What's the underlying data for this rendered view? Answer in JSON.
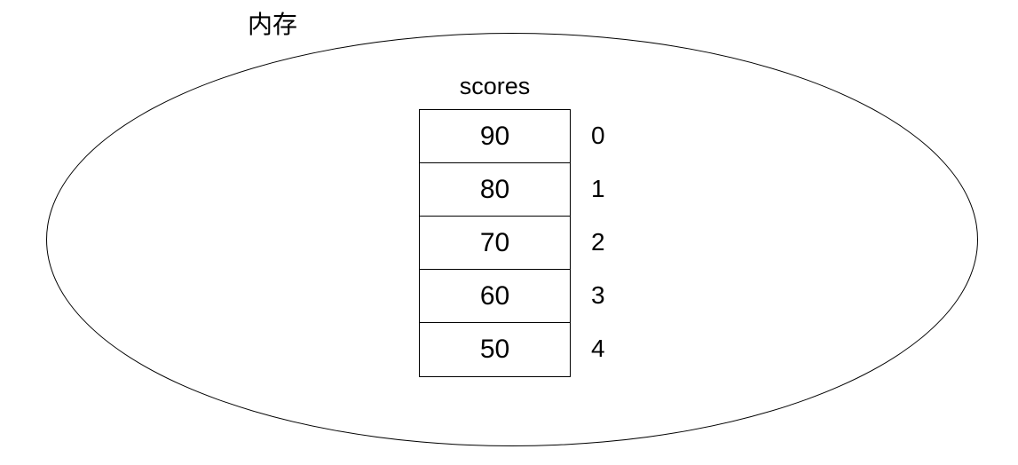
{
  "diagram": {
    "memory_label": "内存",
    "array": {
      "name": "scores",
      "cells": [
        {
          "value": "90",
          "index": "0"
        },
        {
          "value": "80",
          "index": "1"
        },
        {
          "value": "70",
          "index": "2"
        },
        {
          "value": "60",
          "index": "3"
        },
        {
          "value": "50",
          "index": "4"
        }
      ]
    }
  },
  "colors": {
    "line": "#000000",
    "text": "#000000",
    "background": "#ffffff"
  }
}
